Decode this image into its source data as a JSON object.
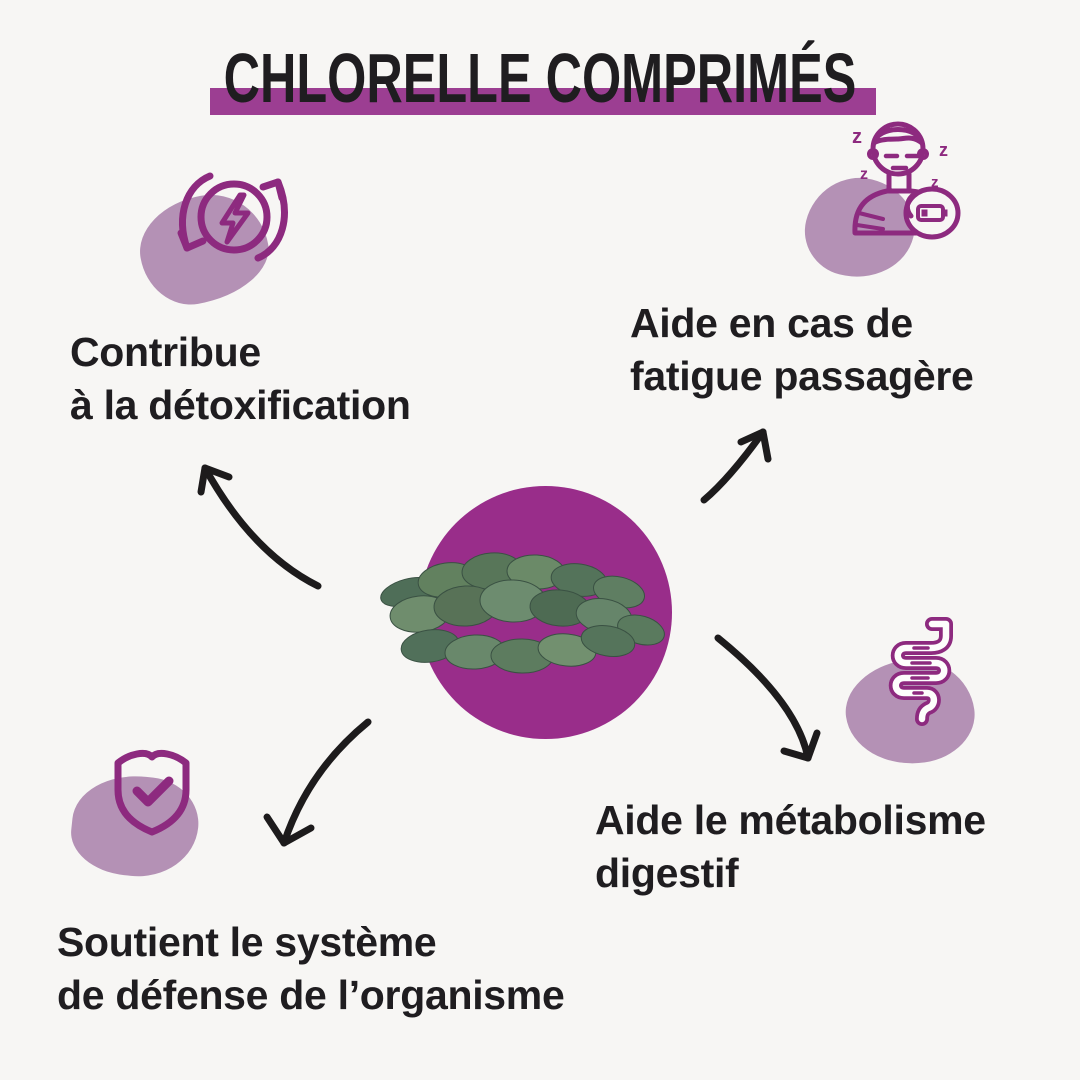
{
  "title": "CHLORELLE COMPRIMÉS",
  "colors": {
    "background": "#f7f6f4",
    "text": "#1f1d20",
    "accent_bar": "#9c3e92",
    "center_circle": "#992d8a",
    "icon_stroke": "#8d2a7f",
    "blob": "#b491b5",
    "arrow": "#1d1b1c",
    "tablet_green": "#5d7c5f"
  },
  "benefits": [
    {
      "id": "detoxification",
      "icon": "energy-cycle-icon",
      "line1": "Contribue",
      "line2": "à la détoxification"
    },
    {
      "id": "fatigue",
      "icon": "tired-person-icon",
      "line1": "Aide en cas de",
      "line2": "fatigue passagère"
    },
    {
      "id": "digestion",
      "icon": "intestine-icon",
      "line1": "Aide le métabolisme",
      "line2": "digestif"
    },
    {
      "id": "immunite",
      "icon": "shield-check-icon",
      "line1": "Soutient le système",
      "line2": "de défense de l’organisme"
    }
  ],
  "center": {
    "image": "chlorella-tablets-photo"
  },
  "sleep_glyph": "z"
}
